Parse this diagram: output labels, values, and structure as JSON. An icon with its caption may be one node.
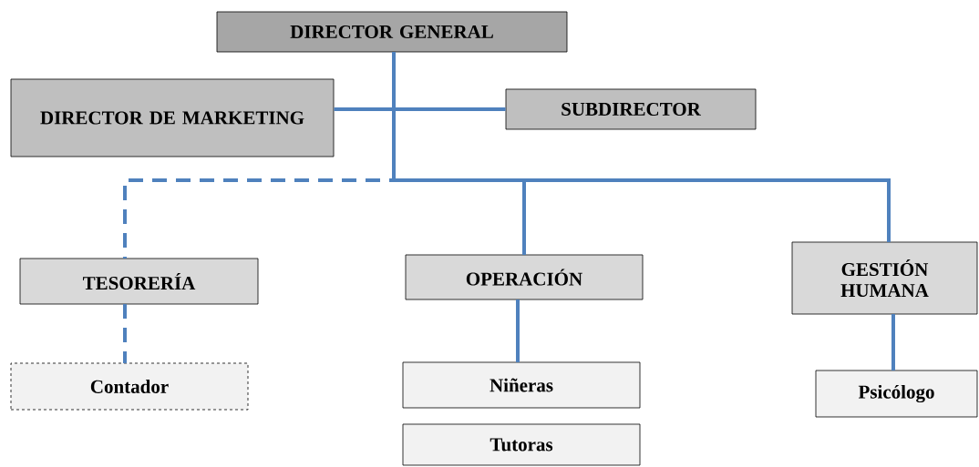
{
  "diagram": {
    "nodes": [
      {
        "text": [
          "DIRECTOR GENERAL"
        ]
      },
      {
        "text": [
          "DIRECTOR DE MARKETING"
        ]
      },
      {
        "text": [
          "SUBDIRECTOR"
        ]
      },
      {
        "text": [
          "TESORERÍA"
        ]
      },
      {
        "text": [
          "OPERACIÓN"
        ]
      },
      {
        "text": [
          "GESTIÓN HUMANA"
        ]
      },
      {
        "text": [
          "Contador"
        ]
      },
      {
        "text": [
          "Niñeras"
        ]
      },
      {
        "text": [
          "Tutoras"
        ]
      },
      {
        "text": [
          "Psicólogo"
        ]
      }
    ],
    "edges": [
      {
        "from": 0,
        "to": 1,
        "arrow": "none"
      },
      {
        "from": 0,
        "to": 2,
        "arrow": "none"
      },
      {
        "from": 0,
        "to": 3,
        "arrow": "none",
        "style": "dashed"
      },
      {
        "from": 0,
        "to": 4,
        "arrow": "none"
      },
      {
        "from": 0,
        "to": 5,
        "arrow": "none"
      },
      {
        "from": 3,
        "to": 6,
        "arrow": "none",
        "style": "dashed"
      },
      {
        "from": 4,
        "to": 7,
        "arrow": "none"
      },
      {
        "from": 5,
        "to": 9,
        "arrow": "none"
      }
    ]
  }
}
